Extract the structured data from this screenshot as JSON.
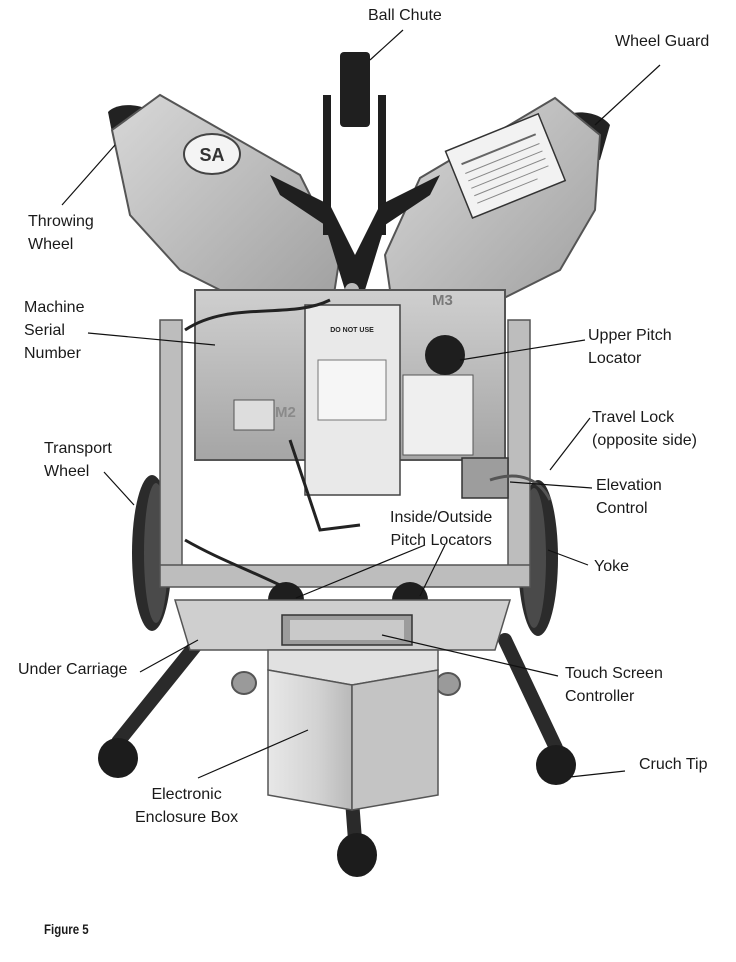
{
  "labels": {
    "ball_chute": "Ball Chute",
    "wheel_guard": "Wheel Guard",
    "throwing_wheel": "Throwing\nWheel",
    "serial_number": "Machine\nSerial\nNumber",
    "upper_pitch_locator": "Upper Pitch\nLocator",
    "travel_lock": "Travel Lock\n(opposite side)",
    "transport_wheel": "Transport\nWheel",
    "elevation_control": "Elevation\nControl",
    "inside_outside_locators": "Inside/Outside\nPitch Locators",
    "yoke": "Yoke",
    "under_carriage": "Under Carriage",
    "touch_screen": "Touch Screen\nController",
    "crutch_tip": "Cruch Tip",
    "enclosure_box": "Electronic\nEnclosure Box"
  },
  "machine_text": {
    "logo": "SA",
    "decal_left": "M2",
    "decal_right": "M3",
    "do_not_use": "DO NOT USE"
  },
  "caption": "Figure 5",
  "colors": {
    "metal_light": "#c9c9c9",
    "metal_mid": "#a8a8a8",
    "metal_dark": "#7d7d7d",
    "black_part": "#1f1f1f",
    "text": "#1a1a1a"
  }
}
